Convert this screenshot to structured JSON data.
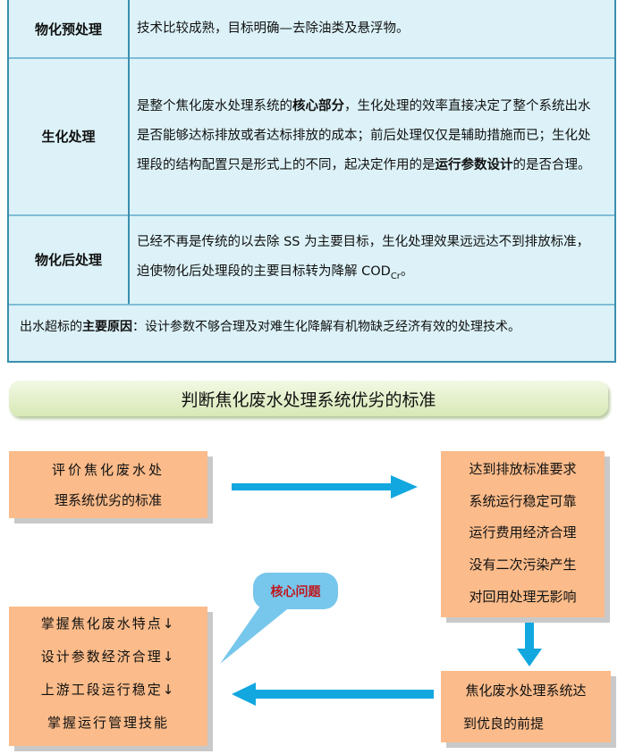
{
  "table": {
    "rows": [
      {
        "label": "物化预处理",
        "content": "技术比较成熟，目标明确—去除油类及悬浮物。"
      },
      {
        "label": "生化处理",
        "content_a": "是整个焦化废水处理系统的",
        "content_b": "核心部分",
        "content_c": "，生化处理的效率直接决定了整个系统出水是否能够达标排放或者达标排放的成本；前后处理仅仅是辅助措施而已；生化处理段的结构配置只是形式上的不同，起决定作用的是",
        "content_d": "运行参数设计",
        "content_e": "的是否合理。"
      },
      {
        "label": "物化后处理",
        "content_a": "已经不再是传统的以去除 SS 为主要目标，生化处理效果远远达不到排放标准，迫使物化后处理段的主要目标转为降解 COD",
        "content_sub": "Cr",
        "content_b": "。"
      }
    ],
    "footer_a": "出水超标的",
    "footer_b": "主要原因",
    "footer_c": "：设计参数不够合理及对难生化降解有机物缺乏经济有效的处理技术。"
  },
  "banner": {
    "a": "判断焦化废水处理系统",
    "b": "优劣",
    "c": "的标准"
  },
  "diagram": {
    "box_criteria": [
      "评价焦化废水处",
      "理系统优劣的标准"
    ],
    "box_standards": [
      "达到排放标准要求",
      "系统运行稳定可靠",
      "运行费用经济合理",
      "没有二次污染产生",
      "对回用处理无影响"
    ],
    "box_premise": [
      "焦化废水处理系统达",
      "到优良的前提"
    ],
    "box_keys": [
      "掌握焦化废水特点↓",
      "设计参数经济合理↓",
      "上游工段运行稳定↓",
      "掌握运行管理技能"
    ],
    "callout": "核心问题"
  },
  "colors": {
    "box": "#fbbb8a",
    "arrow": "#12a7df",
    "callout": "#77c6ec",
    "callout_text": "#c0151c",
    "table_bg": "#dcf2f8",
    "border": "#3a8fb0"
  }
}
